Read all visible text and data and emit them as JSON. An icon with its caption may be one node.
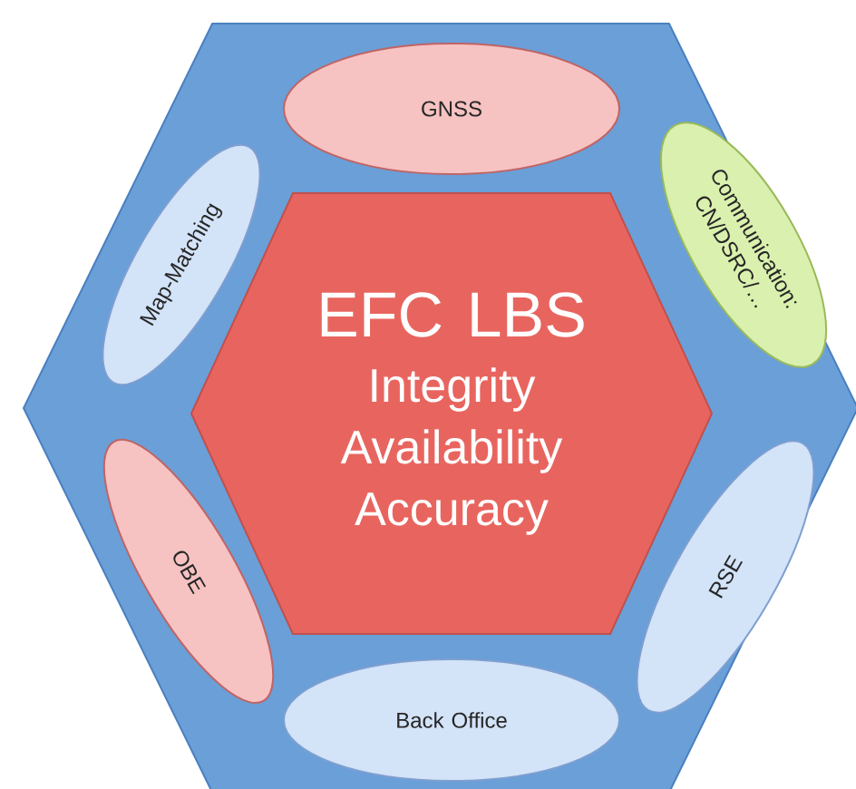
{
  "diagram": {
    "nodes": [
      {
        "text": [],
        "shape": "hexagon"
      },
      {
        "text": [
          "GNSS"
        ],
        "in": 0
      },
      {
        "text": [
          "Map-Matching"
        ],
        "in": 0
      },
      {
        "text": [
          "Communication: CN/DSRC/…"
        ],
        "in": 0
      },
      {
        "text": [
          "EFC LBS",
          "Integrity Availability Accuracy"
        ],
        "in": 0
      },
      {
        "text": [
          "OBE"
        ],
        "in": 0
      },
      {
        "text": [
          "RSE"
        ],
        "in": 0
      },
      {
        "text": [
          "Back Office"
        ],
        "in": 0
      }
    ]
  }
}
